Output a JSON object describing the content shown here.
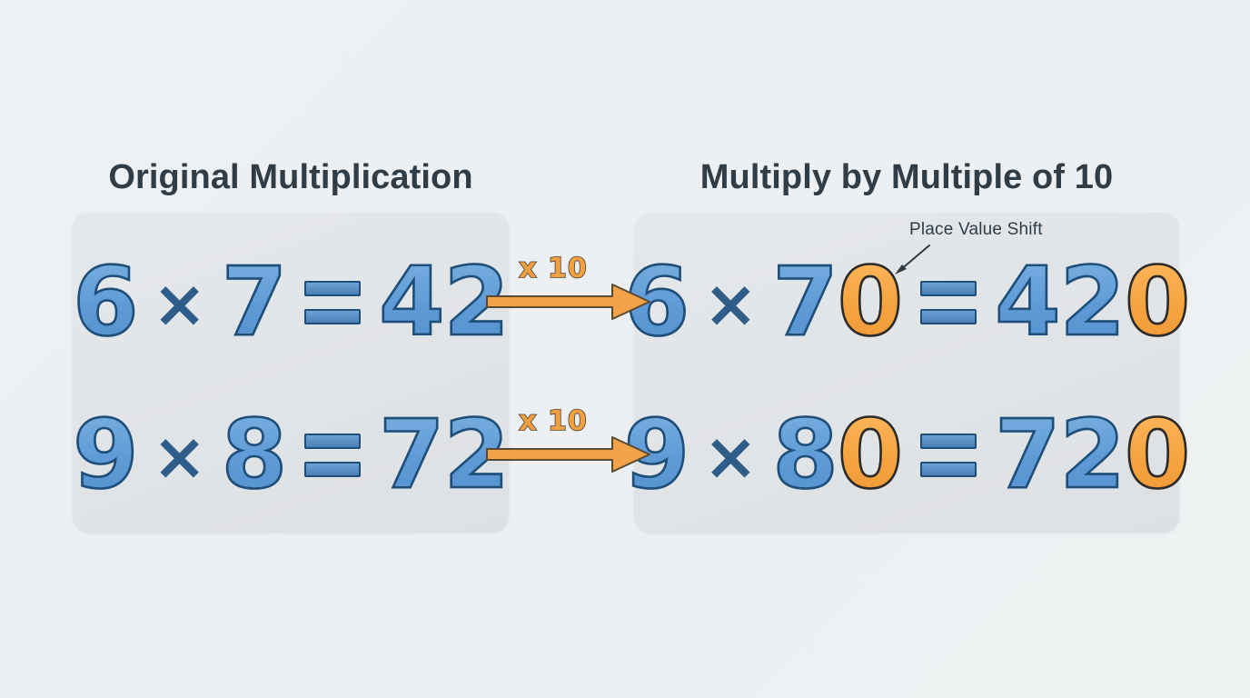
{
  "background": {
    "color": "#edf0f2",
    "panel_color": "#e2e5e8"
  },
  "palette": {
    "blue_fill": "#5e9ad6",
    "blue_outline": "#1f4e79",
    "orange_fill": "#f5a340",
    "orange_outline": "#2b2b2b",
    "operator_blue": "#2d5d88",
    "heading_text": "#303c46",
    "arrow_orange": "#efa040",
    "arrow_outline": "#4a4038",
    "annotation_text": "#2d3b47"
  },
  "columns": {
    "left": {
      "title": "Original Multiplication",
      "rows": [
        {
          "factor_a": "6",
          "times": "×",
          "factor_b": "7",
          "equals": "=",
          "product": "42"
        },
        {
          "factor_a": "9",
          "times": "×",
          "factor_b": "8",
          "equals": "=",
          "product": "72"
        }
      ]
    },
    "right": {
      "title": "Multiply by Multiple of 10",
      "rows": [
        {
          "factor_a": "6",
          "times": "×",
          "factor_b_base": "7",
          "factor_b_zero": "0",
          "equals": "=",
          "product_base": "42",
          "product_zero": "0"
        },
        {
          "factor_a": "9",
          "times": "×",
          "factor_b_base": "8",
          "factor_b_zero": "0",
          "equals": "=",
          "product_base": "72",
          "product_zero": "0"
        }
      ]
    }
  },
  "transforms": [
    {
      "label": "x 10"
    },
    {
      "label": "x 10"
    }
  ],
  "annotation": {
    "label": "Place Value Shift",
    "points_to": "orange zero in 70"
  }
}
